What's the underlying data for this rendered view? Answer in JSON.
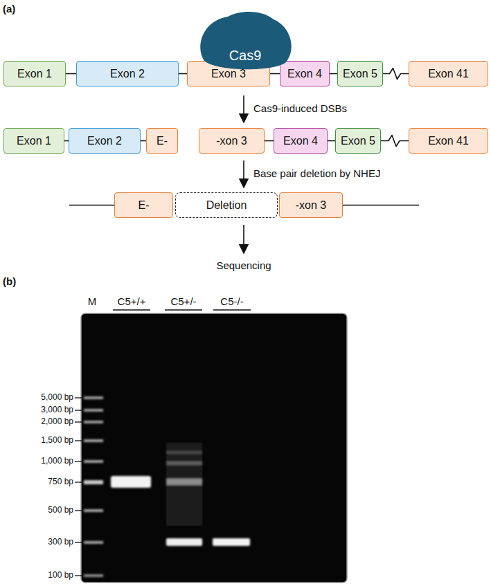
{
  "diagram": {
    "nodes": [
      {
        "text": [
          "Cas9"
        ]
      },
      {
        "text": [
          "Exon 1"
        ]
      },
      {
        "text": [
          "Exon 2"
        ]
      },
      {
        "text": [
          "Exon 3"
        ]
      },
      {
        "text": [
          "Exon 4"
        ]
      },
      {
        "text": [
          "Exon 5"
        ]
      },
      {
        "text": [
          "Exon 41"
        ]
      },
      {
        "text": [
          "Exon 1"
        ]
      },
      {
        "text": [
          "Exon 2"
        ]
      },
      {
        "text": [
          "E-"
        ]
      },
      {
        "text": [
          "-xon 3"
        ]
      },
      {
        "text": [
          "Exon 4"
        ]
      },
      {
        "text": [
          "Exon 5"
        ]
      },
      {
        "text": [
          "Exon 41"
        ]
      },
      {
        "text": [
          "E-"
        ]
      },
      {
        "text": [
          "Deletion"
        ]
      },
      {
        "text": [
          "-xon 3"
        ]
      }
    ],
    "edges": [
      {
        "from": 1,
        "to": 2,
        "arrow": "none"
      },
      {
        "from": 2,
        "to": 3,
        "arrow": "none"
      },
      {
        "from": 3,
        "to": 4,
        "arrow": "none"
      },
      {
        "from": 4,
        "to": 5,
        "arrow": "none"
      },
      {
        "from": 5,
        "to": 6,
        "arrow": "none"
      },
      {
        "from": 7,
        "to": 8,
        "arrow": "none"
      },
      {
        "from": 8,
        "to": 9,
        "arrow": "none"
      },
      {
        "from": 10,
        "to": 11,
        "arrow": "none"
      },
      {
        "from": 11,
        "to": 12,
        "arrow": "none"
      },
      {
        "from": 12,
        "to": 13,
        "arrow": "none"
      }
    ],
    "labels": [
      "(a)",
      "Cas9-induced DSBs",
      "Base pair deletion by NHEJ",
      "Sequencing",
      "(b)",
      "M",
      "C5+/+",
      "C5+/-",
      "C5-/-",
      "5,000 bp",
      "3,000 bp",
      "2,000 bp",
      "1,500 bp",
      "1,000 bp",
      "750 bp",
      "500 bp",
      "300 bp",
      "100 bp"
    ]
  }
}
